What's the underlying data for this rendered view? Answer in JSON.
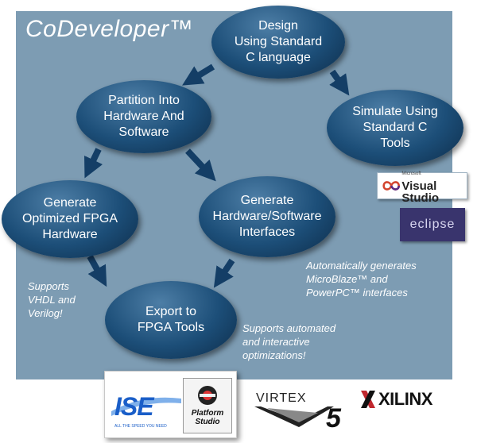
{
  "title": "CoDeveloper™",
  "nodes": {
    "design": [
      "Design",
      "Using Standard",
      "C language"
    ],
    "partition": [
      "Partition Into",
      "Hardware And",
      "Software"
    ],
    "simulate": [
      "Simulate Using",
      "Standard C",
      "Tools"
    ],
    "generate_fpga": [
      "Generate",
      "Optimized FPGA",
      "Hardware"
    ],
    "generate_hwsw": [
      "Generate",
      "Hardware/Software",
      "Interfaces"
    ],
    "export": [
      "Export to",
      "FPGA Tools"
    ]
  },
  "notes": {
    "hdl": [
      "Supports",
      "VHDL and",
      "Verilog!"
    ],
    "interfaces": [
      "Automatically generates",
      "MicroBlaze™ and",
      "PowerPC™ interfaces"
    ],
    "optimizations": [
      "Supports automated",
      "and interactive",
      "optimizations!"
    ]
  },
  "logos": {
    "visual_studio": "Visual Studio",
    "visual_studio_small": "Microsoft",
    "eclipse": "eclipse",
    "ise": "ISE",
    "ise_tag": "ALL THE SPEED YOU NEED",
    "platform_studio": [
      "Platform",
      "Studio"
    ],
    "virtex": "VIRTEX",
    "virtex_num": "5",
    "xilinx": "XILINX"
  },
  "colors": {
    "panel": "#7d9cb3",
    "ellipse": "#1c4e78",
    "arrow": "#143e66"
  }
}
